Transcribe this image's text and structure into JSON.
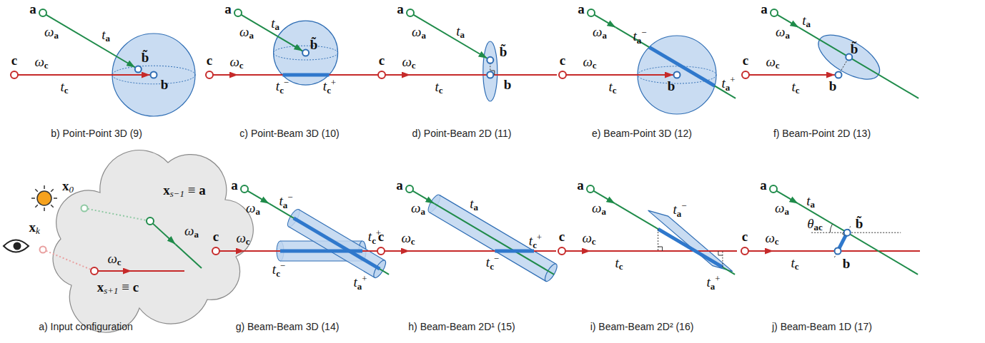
{
  "diagram": {
    "labels": [
      "a",
      "ωa",
      "ta",
      "b̃",
      "c",
      "ωc",
      "tc",
      "b",
      "b) Point-Point 3D (9)",
      "a",
      "ωa",
      "ta",
      "b̃",
      "c",
      "ωc",
      "tc−",
      "tc+",
      "c) Point-Beam 3D (10)",
      "a",
      "ωa",
      "ta",
      "b̃",
      "c",
      "ωc",
      "tc",
      "b",
      "d) Point-Beam 2D (11)",
      "a",
      "ωa",
      "ta−",
      "c",
      "ωc",
      "tc",
      "b",
      "ta+",
      "e) Beam-Point 3D (12)",
      "a",
      "ωa",
      "ta",
      "b̃",
      "c",
      "ωc",
      "tc",
      "b",
      "f) Beam-Point 2D (13)",
      "x0",
      "xs−1 ≡ a",
      "ωa",
      "xk",
      "ωc",
      "xs+1 ≡ c",
      "a) Input configuration",
      "a",
      "ωa",
      "ta−",
      "ta+",
      "c",
      "ωc",
      "tc−",
      "tc+",
      "g) Beam-Beam 3D (14)",
      "a",
      "ωa",
      "ta",
      "c",
      "ωc",
      "tc−",
      "tc+",
      "h) Beam-Beam 2D¹ (15)",
      "a",
      "ωa",
      "ta−",
      "ta+",
      "c",
      "ωc",
      "tc",
      "i) Beam-Beam 2D² (16)",
      "a",
      "ωa",
      "ta",
      "θac",
      "b̃",
      "c",
      "ωc",
      "tc",
      "b",
      "j) Beam-Beam 1D (17)"
    ]
  }
}
